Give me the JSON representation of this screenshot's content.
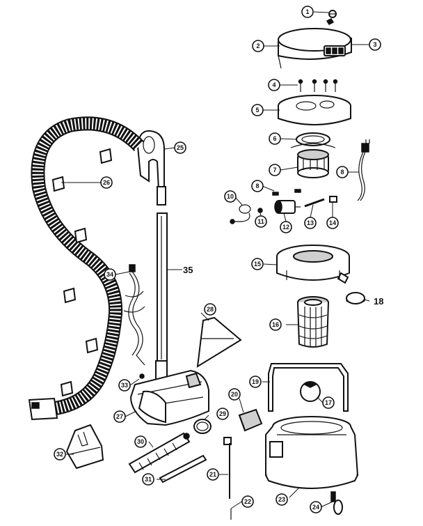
{
  "diagram": {
    "callouts": [
      {
        "id": "p1",
        "label": "1"
      },
      {
        "id": "p2",
        "label": "2"
      },
      {
        "id": "p3",
        "label": "3"
      },
      {
        "id": "p4",
        "label": "4"
      },
      {
        "id": "p5",
        "label": "5"
      },
      {
        "id": "p6",
        "label": "6"
      },
      {
        "id": "p7",
        "label": "7"
      },
      {
        "id": "p8a",
        "label": "8"
      },
      {
        "id": "p8b",
        "label": "8"
      },
      {
        "id": "p10",
        "label": "10"
      },
      {
        "id": "p11",
        "label": "11"
      },
      {
        "id": "p12",
        "label": "12"
      },
      {
        "id": "p13",
        "label": "13"
      },
      {
        "id": "p14",
        "label": "14"
      },
      {
        "id": "p15",
        "label": "15"
      },
      {
        "id": "p16",
        "label": "16"
      },
      {
        "id": "p17",
        "label": "17"
      },
      {
        "id": "p19",
        "label": "19"
      },
      {
        "id": "p20",
        "label": "20"
      },
      {
        "id": "p21",
        "label": "21"
      },
      {
        "id": "p22",
        "label": "22"
      },
      {
        "id": "p23",
        "label": "23"
      },
      {
        "id": "p24",
        "label": "24"
      },
      {
        "id": "p25",
        "label": "25"
      },
      {
        "id": "p26",
        "label": "26"
      },
      {
        "id": "p27",
        "label": "27"
      },
      {
        "id": "p28",
        "label": "28"
      },
      {
        "id": "p29",
        "label": "29"
      },
      {
        "id": "p30",
        "label": "30"
      },
      {
        "id": "p31",
        "label": "31"
      },
      {
        "id": "p32",
        "label": "32"
      },
      {
        "id": "p33",
        "label": "33"
      },
      {
        "id": "p34",
        "label": "34"
      }
    ],
    "plain_labels": {
      "p18": "18",
      "p35": "35"
    }
  }
}
